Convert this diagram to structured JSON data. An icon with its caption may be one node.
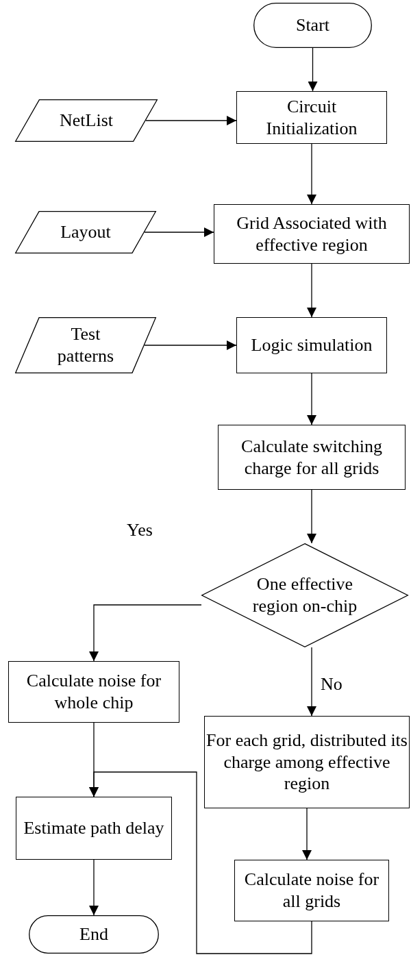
{
  "diagram": {
    "nodes": [
      {
        "text": [
          "Start"
        ]
      },
      {
        "text": [
          "NetList"
        ]
      },
      {
        "text": [
          "Circuit Initialization"
        ]
      },
      {
        "text": [
          "Layout"
        ]
      },
      {
        "text": [
          "Grid Associated with effective region"
        ]
      },
      {
        "text": [
          "Test patterns"
        ]
      },
      {
        "text": [
          "Logic simulation"
        ]
      },
      {
        "text": [
          "Calculate switching charge for all grids"
        ]
      },
      {
        "text": [
          "One effective region on-chip"
        ]
      },
      {
        "text": [
          "Calculate noise for whole chip"
        ]
      },
      {
        "text": [
          "For each grid, distributed its charge among effective region"
        ]
      },
      {
        "text": [
          "Estimate path delay"
        ]
      },
      {
        "text": [
          "Calculate noise for all grids"
        ]
      },
      {
        "text": [
          "End"
        ]
      }
    ],
    "edges": [
      {
        "from": 0,
        "to": 2,
        "arrow": "to"
      },
      {
        "from": 1,
        "to": 2,
        "arrow": "to"
      },
      {
        "from": 2,
        "to": 4,
        "arrow": "to"
      },
      {
        "from": 3,
        "to": 4,
        "arrow": "to"
      },
      {
        "from": 4,
        "to": 6,
        "arrow": "to"
      },
      {
        "from": 5,
        "to": 6,
        "arrow": "to"
      },
      {
        "from": 6,
        "to": 7,
        "arrow": "to"
      },
      {
        "from": 7,
        "to": 8,
        "arrow": "to"
      },
      {
        "from": 8,
        "to": 9,
        "arrow": "to",
        "label": "Yes"
      },
      {
        "from": 8,
        "to": 10,
        "arrow": "to",
        "label": "No"
      },
      {
        "from": 9,
        "to": 11,
        "arrow": "to"
      },
      {
        "from": 10,
        "to": 12,
        "arrow": "to"
      },
      {
        "from": 12,
        "to": 11,
        "arrow": "to"
      },
      {
        "from": 11,
        "to": 13,
        "arrow": "to"
      }
    ]
  }
}
